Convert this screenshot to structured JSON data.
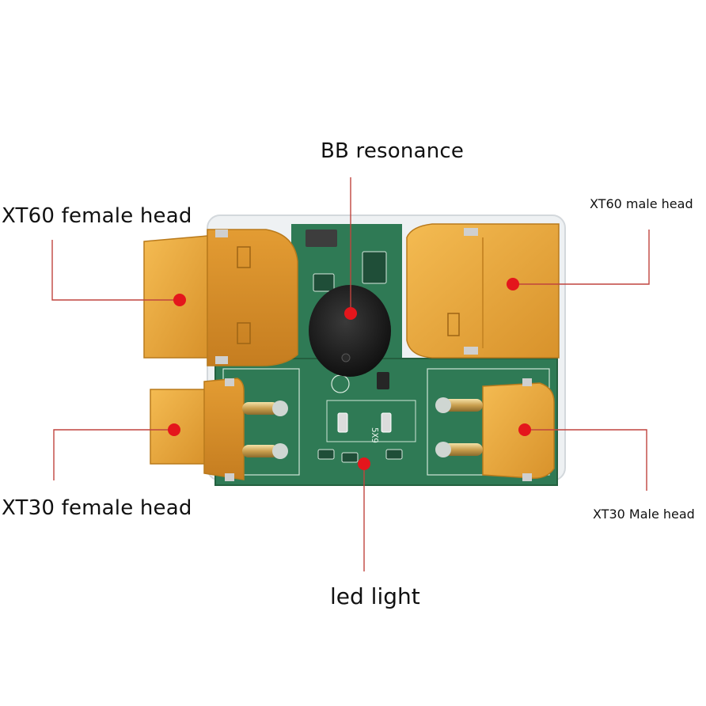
{
  "labels": {
    "bb_resonance": "BB resonance",
    "xt60_female": "XT60 female head",
    "xt60_male": "XT60 male head",
    "xt30_female": "XT30 female head",
    "xt30_male": "XT30 Male head",
    "led_light": "led light"
  },
  "pcb": {
    "silkscreen": "5X9"
  },
  "colors": {
    "pcb_green": "#2f7a55",
    "connector_yellow": "#e9a93a",
    "marker_red": "#e4161c",
    "leader_line": "#c0443e",
    "buzzer_black": "#1c1c1c"
  }
}
